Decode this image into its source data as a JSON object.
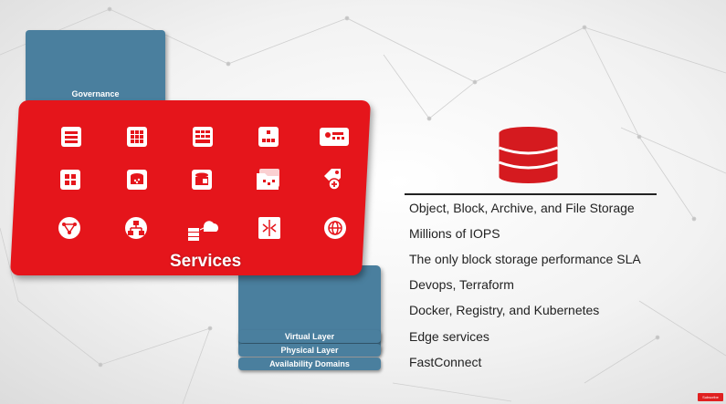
{
  "slide": {
    "governance_label": "Governance",
    "services_title": "Services",
    "layers": [
      "Virtual Layer",
      "Physical Layer",
      "Availability Domains"
    ],
    "features": [
      "Object, Block, Archive, and File Storage",
      "Millions of IOPS",
      "The only block storage performance SLA",
      "Devops, Terraform",
      "Docker, Registry, and Kubernetes",
      "Edge services",
      "FastConnect"
    ],
    "service_icons": [
      "server-icon",
      "grid-icon",
      "table-icon",
      "nodes-icon",
      "console-icon",
      "compute-icon",
      "database-icon",
      "storage-icon",
      "folder-icon",
      "tag-icon",
      "network-icon",
      "hierarchy-icon",
      "cloud-server-icon",
      "load-balancer-icon",
      "globe-icon"
    ],
    "subscribe_label": "Subscribe"
  },
  "colors": {
    "panel_red": "#e5151b",
    "slab_blue": "#4a7f9e",
    "db_red": "#d51a1f"
  }
}
